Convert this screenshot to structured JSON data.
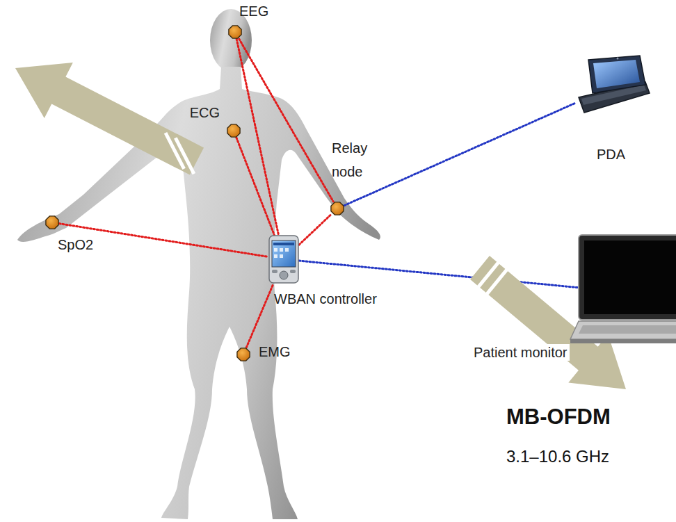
{
  "diagram": {
    "nodes": [
      {
        "text": [
          "EEG"
        ]
      },
      {
        "text": [
          "ECG"
        ]
      },
      {
        "text": [
          "SpO2"
        ]
      },
      {
        "text": [
          "Relay node"
        ]
      },
      {
        "text": [
          "WBAN controller"
        ]
      },
      {
        "text": [
          "EMG"
        ]
      },
      {
        "text": [
          "PDA"
        ]
      },
      {
        "text": [
          "Patient monitor"
        ]
      }
    ],
    "edges": [
      {
        "from": 0,
        "to": 4,
        "arrow": "none"
      },
      {
        "from": 0,
        "to": 3,
        "arrow": "none"
      },
      {
        "from": 1,
        "to": 4,
        "arrow": "none"
      },
      {
        "from": 2,
        "to": 4,
        "arrow": "none"
      },
      {
        "from": 3,
        "to": 4,
        "arrow": "none"
      },
      {
        "from": 5,
        "to": 4,
        "arrow": "none"
      },
      {
        "from": 3,
        "to": 6,
        "arrow": "none"
      },
      {
        "from": 4,
        "to": 7,
        "arrow": "none"
      }
    ],
    "labels": [
      "MB-OFDM",
      "3.1–10.6 GHz"
    ]
  }
}
